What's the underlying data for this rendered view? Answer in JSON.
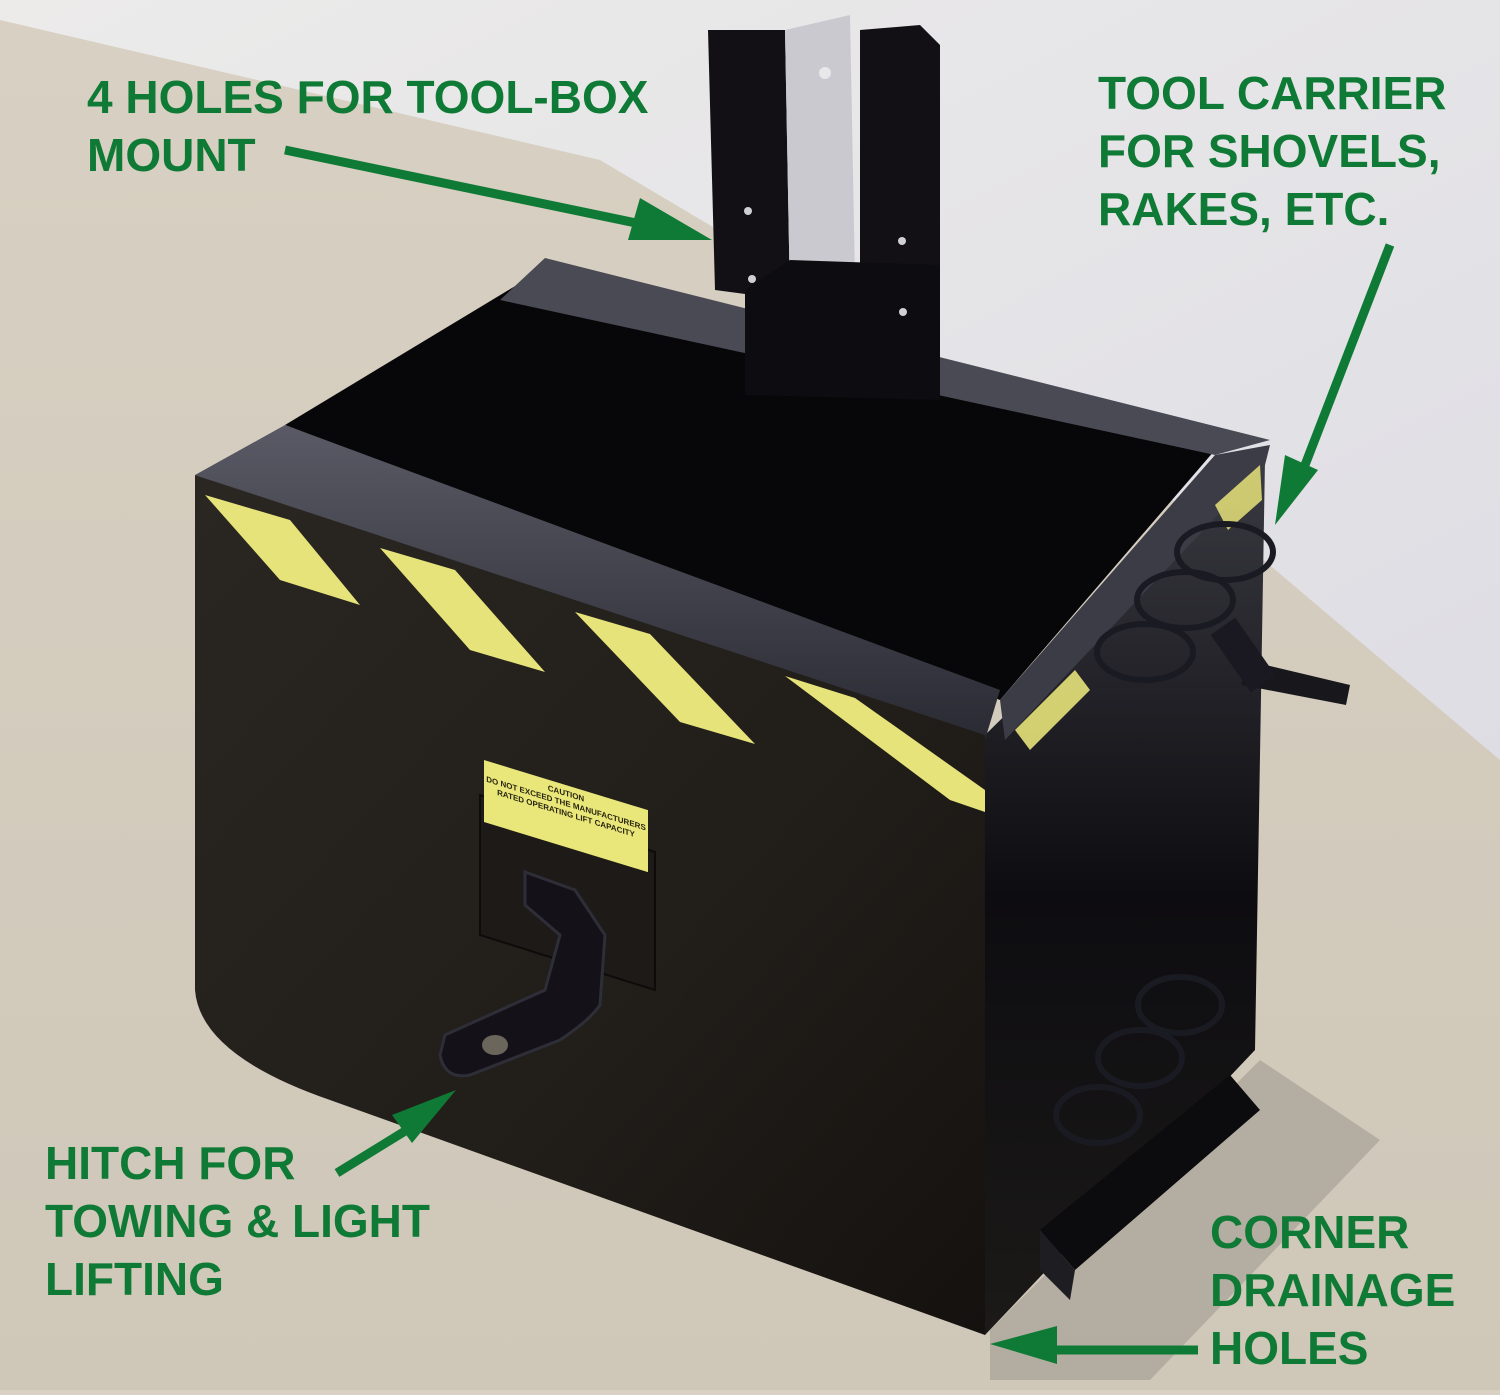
{
  "image": {
    "subject": "Black steel tractor ballast tool box with 3-point hitch mount",
    "colors": {
      "annotation_green": "#0f7a35",
      "wall": "#e6e6ea",
      "ground": "#d6cebf",
      "box_black": "#1a1714",
      "hazard_yellow": "#e6e37a"
    }
  },
  "annotations": [
    {
      "id": "mount-holes",
      "lines": [
        "4 HOLES FOR TOOL-BOX",
        "MOUNT"
      ],
      "arrow_icon": "arrow-right-down-icon"
    },
    {
      "id": "tool-carrier",
      "lines": [
        "TOOL CARRIER",
        "FOR SHOVELS,",
        "RAKES, ETC."
      ],
      "arrow_icon": "arrow-down-left-icon"
    },
    {
      "id": "hitch",
      "lines": [
        "HITCH FOR",
        "TOWING & LIGHT",
        "LIFTING"
      ],
      "arrow_icon": "arrow-up-right-icon"
    },
    {
      "id": "drainage",
      "lines": [
        "CORNER",
        "DRAINAGE",
        "HOLES"
      ],
      "arrow_icon": "arrow-left-icon"
    }
  ],
  "caution_label": {
    "title": "CAUTION",
    "line1": "DO NOT EXCEED THE MANUFACTURERS",
    "line2": "RATED OPERATING LIFT CAPACITY"
  }
}
